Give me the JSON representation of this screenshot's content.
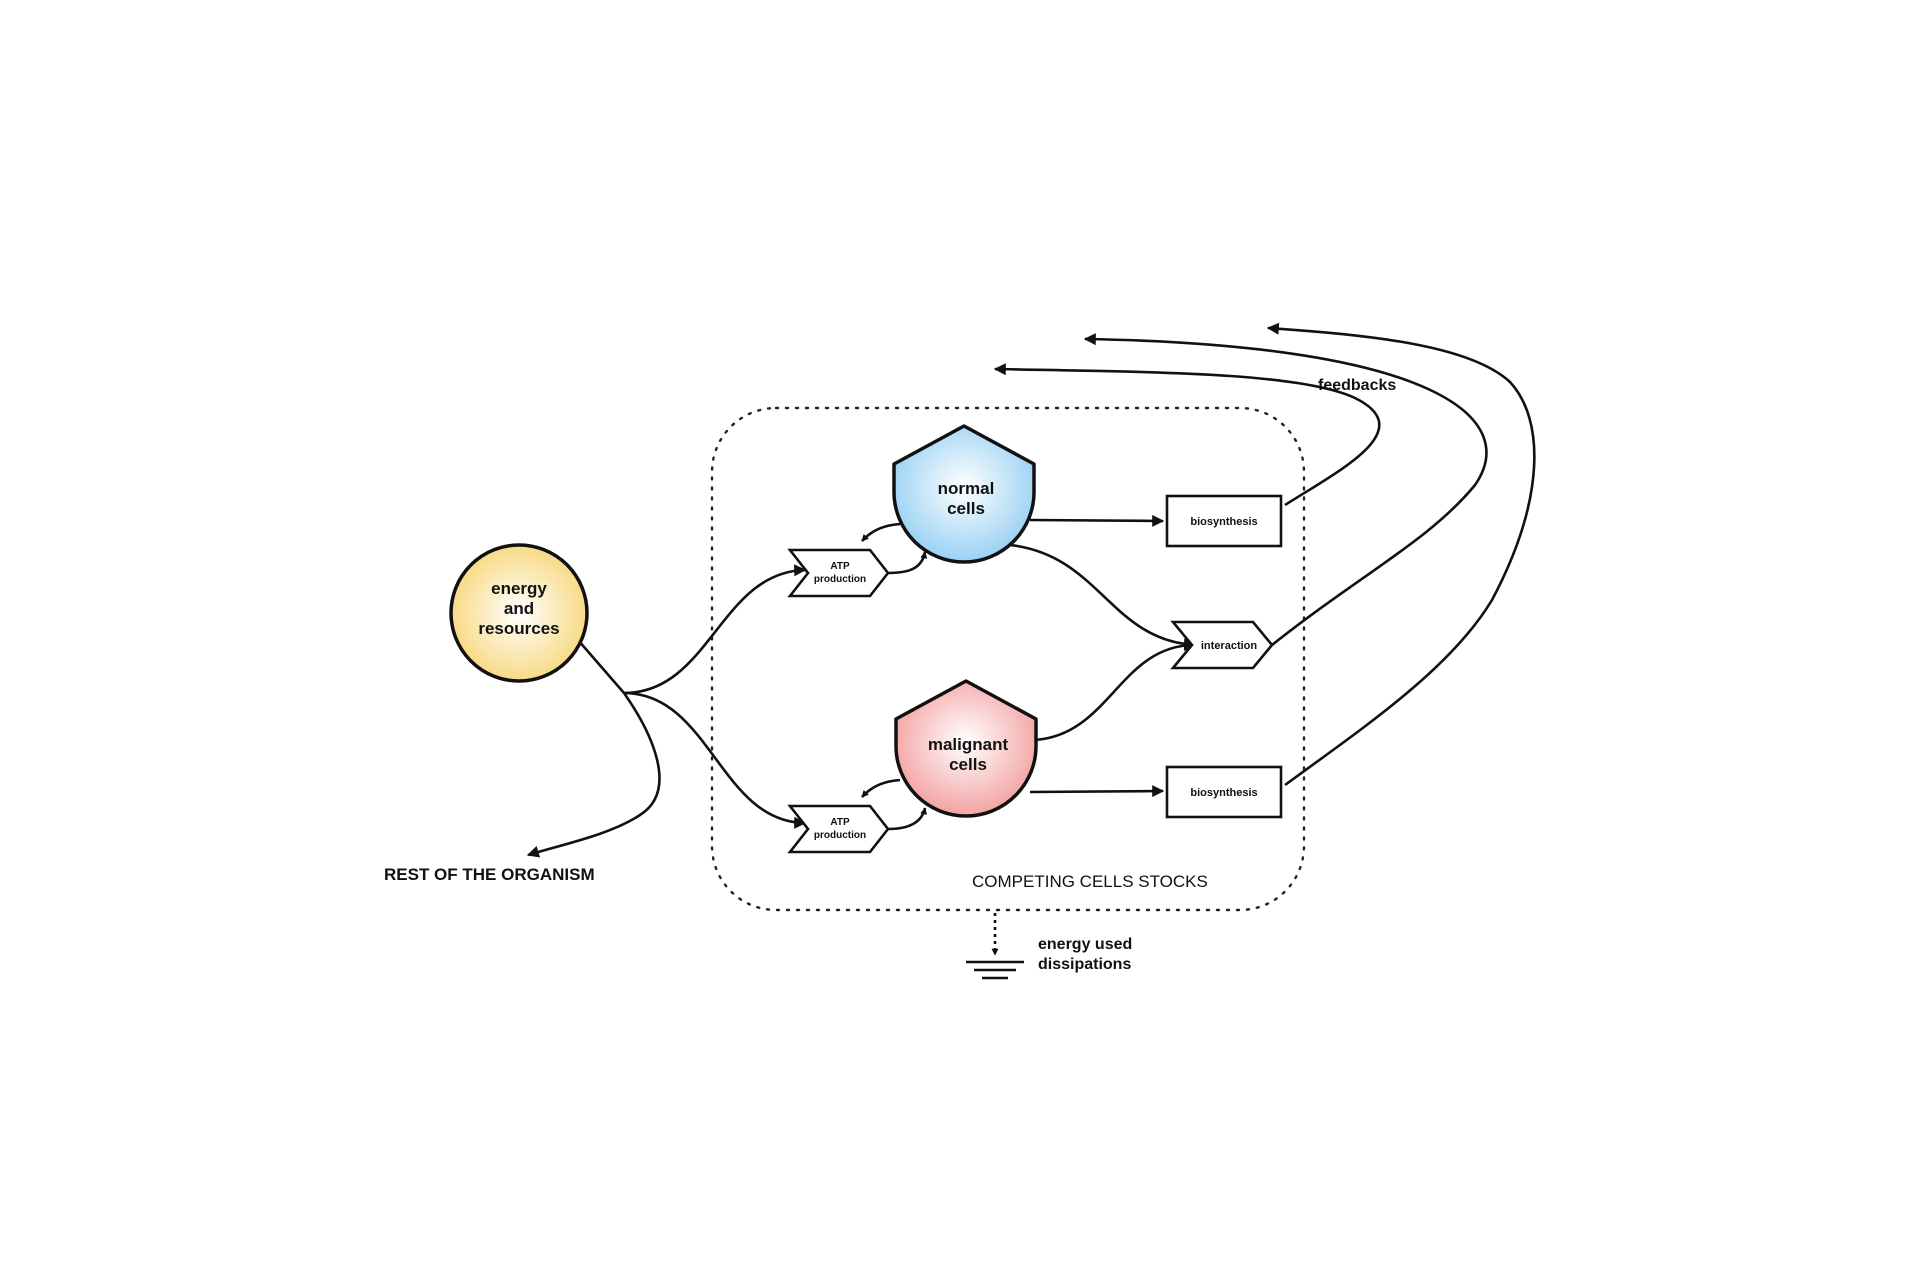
{
  "diagram": {
    "energy_node": {
      "line1": "energy",
      "line2": "and",
      "line3": "resources",
      "fill": "#f7d77a"
    },
    "normal_cells": {
      "line1": "normal",
      "line2": "cells",
      "fill": "#8fcdf2"
    },
    "malignant_cells": {
      "line1": "malignant",
      "line2": "cells",
      "fill": "#f29a9a"
    },
    "atp_top": {
      "line1": "ATP",
      "line2": "production"
    },
    "atp_bottom": {
      "line1": "ATP",
      "line2": "production"
    },
    "biosynthesis_top": "biosynthesis",
    "biosynthesis_bottom": "biosynthesis",
    "interaction": "interaction",
    "feedbacks": "feedbacks",
    "rest_of_organism": "REST OF THE ORGANISM",
    "competing_stocks": "COMPETING CELLS STOCKS",
    "dissipation": {
      "line1": "energy used",
      "line2": "dissipations"
    }
  }
}
